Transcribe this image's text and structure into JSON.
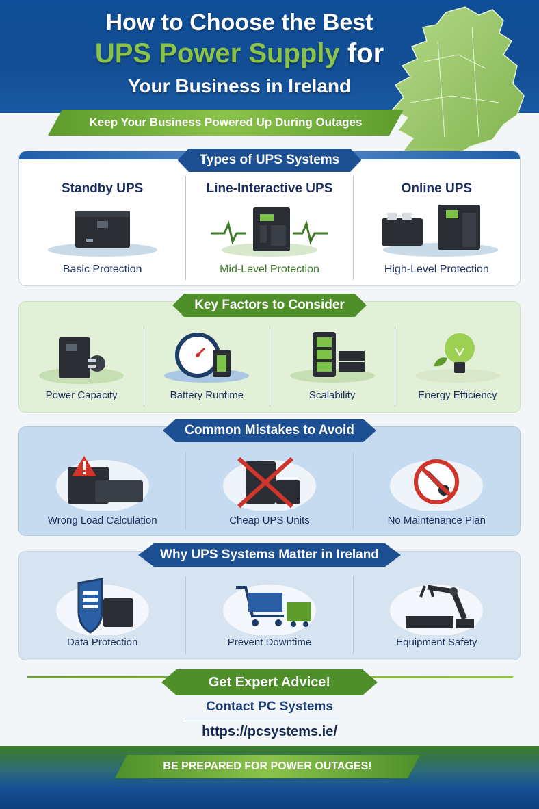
{
  "header": {
    "line1": "How to Choose the Best",
    "line2_highlight": "UPS Power Supply",
    "line2_rest": "for",
    "line3": "Your Business in Ireland",
    "subtitle": "Keep Your Business Powered Up During Outages"
  },
  "types_section": {
    "title": "Types of UPS Systems",
    "items": [
      {
        "name": "Standby UPS",
        "caption": "Basic Protection"
      },
      {
        "name": "Line-Interactive UPS",
        "caption": "Mid-Level Protection"
      },
      {
        "name": "Online UPS",
        "caption": "High-Level Protection"
      }
    ]
  },
  "factors_section": {
    "title": "Key Factors to Consider",
    "items": [
      {
        "caption": "Power Capacity"
      },
      {
        "caption": "Battery Runtime"
      },
      {
        "caption": "Scalability"
      },
      {
        "caption": "Energy Efficiency"
      }
    ]
  },
  "mistakes_section": {
    "title": "Common Mistakes to Avoid",
    "items": [
      {
        "caption": "Wrong Load Calculation"
      },
      {
        "caption": "Cheap UPS Units"
      },
      {
        "caption": "No Maintenance Plan"
      }
    ]
  },
  "why_section": {
    "title": "Why UPS Systems Matter in Ireland",
    "items": [
      {
        "caption": "Data Protection"
      },
      {
        "caption": "Prevent Downtime"
      },
      {
        "caption": "Equipment Safety"
      }
    ]
  },
  "footer": {
    "cta": "Get Expert Advice!",
    "contact": "Contact PC Systems",
    "url": "https://pcsystems.ie/",
    "banner": "BE PREPARED FOR POWER OUTAGES!"
  },
  "colors": {
    "navy": "#134e94",
    "green": "#4e8f2a",
    "light_green": "#8bc34a",
    "text": "#1b2f5e"
  },
  "icons": [
    "ireland-map-icon",
    "ups-unit-icon",
    "waveform-icon",
    "battery-icon",
    "stopwatch-icon",
    "lightbulb-icon",
    "warning-icon",
    "red-x-icon",
    "no-wrench-icon",
    "shield-icon",
    "shopping-cart-icon",
    "truck-icon",
    "robot-arm-icon"
  ]
}
